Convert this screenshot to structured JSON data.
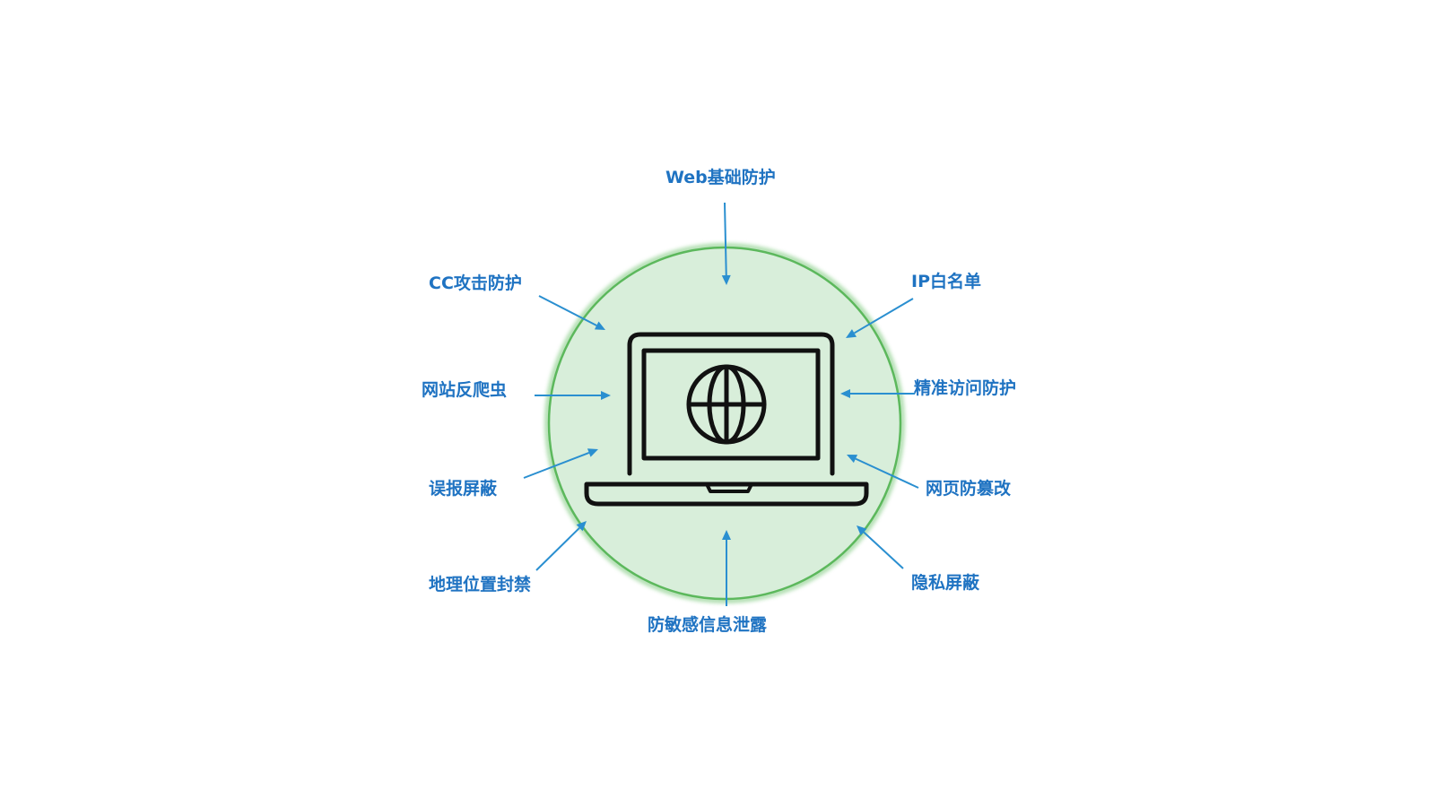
{
  "diagram": {
    "center_icon": "laptop-globe-icon",
    "protections": [
      {
        "id": "web-basic",
        "label": "Web基础防护"
      },
      {
        "id": "cc-attack",
        "label": "CC攻击防护"
      },
      {
        "id": "ip-whitelist",
        "label": "IP白名单"
      },
      {
        "id": "anti-crawler",
        "label": "网站反爬虫"
      },
      {
        "id": "precise-access",
        "label": "精准访问防护"
      },
      {
        "id": "false-alarm",
        "label": "误报屏蔽"
      },
      {
        "id": "anti-tamper",
        "label": "网页防篡改"
      },
      {
        "id": "geo-block",
        "label": "地理位置封禁"
      },
      {
        "id": "privacy-mask",
        "label": "隐私屏蔽"
      },
      {
        "id": "anti-leak",
        "label": "防敏感信息泄露"
      }
    ]
  },
  "colors": {
    "label": "#1f73c2",
    "arrow": "#2a8fd0",
    "circle_fill": "#d8eeda",
    "circle_stroke": "#5cb85c",
    "icon": "#111111"
  }
}
